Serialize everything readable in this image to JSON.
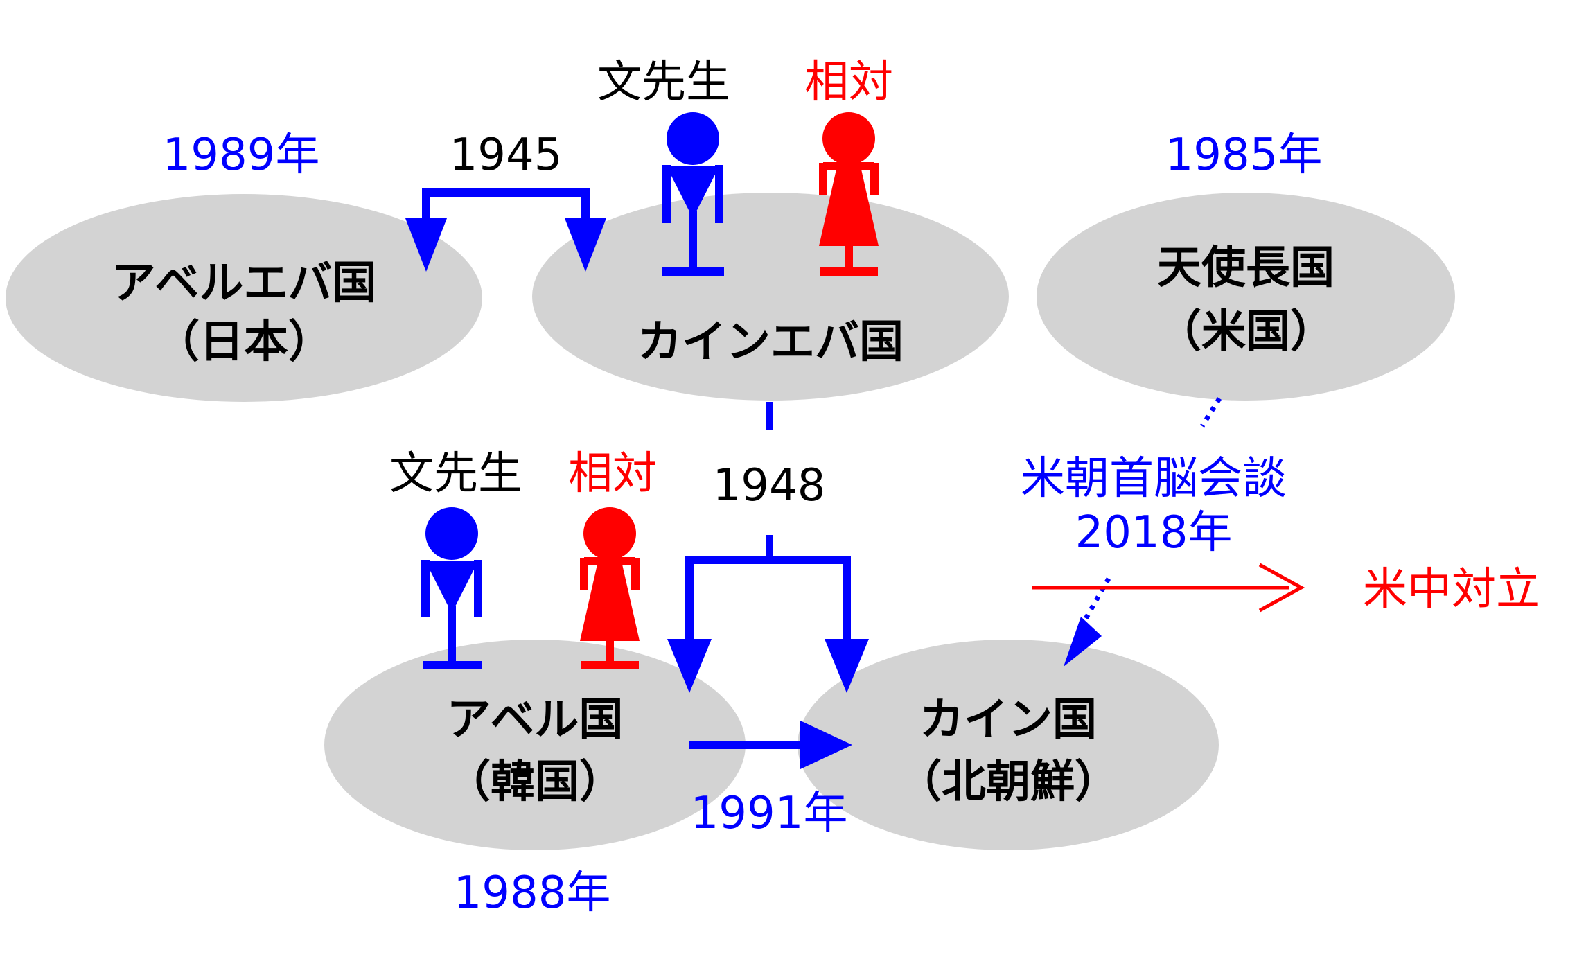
{
  "colors": {
    "blue": "#0000ff",
    "red": "#ff0000",
    "ellipse": "#d3d3d3",
    "black": "#000000"
  },
  "nodes": {
    "abel_eve": {
      "line1": "アベルエバ国",
      "line2": "（日本）",
      "year": "1989年"
    },
    "cain_eve": {
      "line1": "カインエバ国"
    },
    "angel": {
      "line1": "天使長国",
      "line2": "（米国）",
      "year": "1985年"
    },
    "abel": {
      "line1": "アベル国",
      "line2": "（韓国）",
      "year": "1988年"
    },
    "cain": {
      "line1": "カイン国",
      "line2": "（北朝鮮）"
    }
  },
  "top_label": {
    "teacher": "文先生",
    "counterpart": "相対"
  },
  "mid_label": {
    "teacher": "文先生",
    "counterpart": "相対"
  },
  "years": {
    "split_1945": "1945",
    "split_1948": "1948",
    "arrow_1991": "1991年"
  },
  "summit": {
    "line1": "米朝首脳会談",
    "line2": "2018年"
  },
  "conflict": "米中対立",
  "icons": [
    "man-icon",
    "woman-icon"
  ]
}
